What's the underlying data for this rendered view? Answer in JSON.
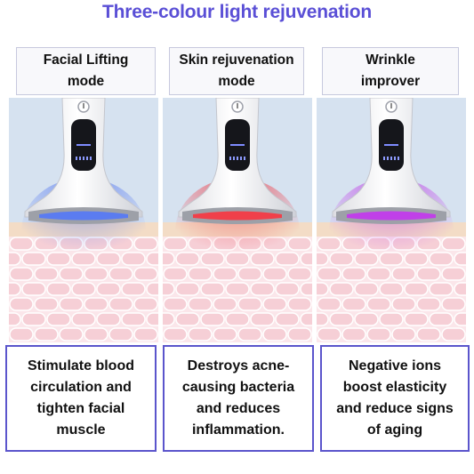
{
  "title": "Three-colour light rejuvenation",
  "modes": [
    {
      "label_line1": "Facial Lifting",
      "label_line2": "mode",
      "light_color": "blue",
      "light_hex": "#5b7cf0",
      "description_lines": [
        "Stimulate blood",
        "circulation and",
        "tighten facial",
        "muscle"
      ]
    },
    {
      "label_line1": "Skin rejuvenation",
      "label_line2": "mode",
      "light_color": "red",
      "light_hex": "#f0404a",
      "description_lines": [
        "Destroys acne-",
        "causing bacteria",
        "and reduces",
        "inflammation."
      ]
    },
    {
      "label_line1": "Wrinkle",
      "label_line2": "improver",
      "light_color": "purple",
      "light_hex": "#c040e8",
      "description_lines": [
        "Negative ions",
        "boost elasticity",
        "and reduce signs",
        "of aging"
      ]
    }
  ],
  "colors": {
    "title": "#5a4fd6",
    "box_border": "#5b55cc",
    "background_sky": "#d7e3f1",
    "skin_cell": "#f6cfd6"
  }
}
